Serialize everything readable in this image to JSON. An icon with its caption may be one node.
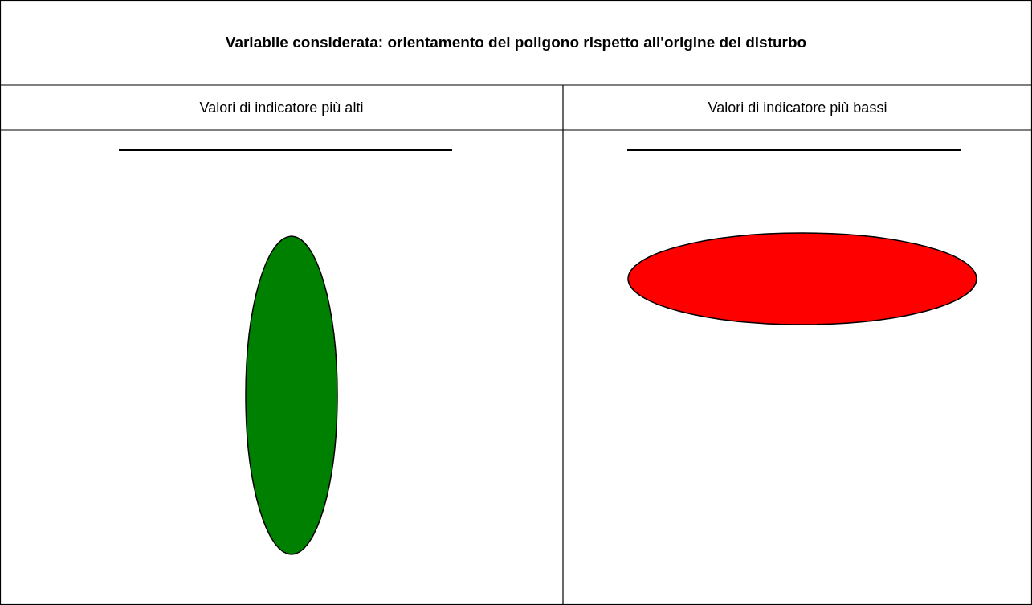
{
  "diagram": {
    "labels": [
      "Variabile considerata: orientamento del poligono rispetto all'origine del disturbo",
      "Valori di indicatore più alti",
      "Valori di indicatore più bassi"
    ]
  }
}
